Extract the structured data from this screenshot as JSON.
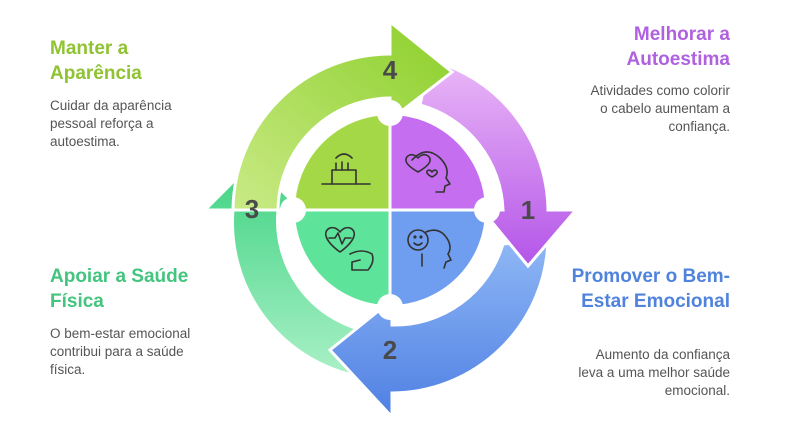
{
  "steps": [
    {
      "number": "1",
      "title": "Melhorar a Autoestima",
      "description": "Atividades como colorir o cabelo aumentam a confiança.",
      "color": "#c56ff0",
      "icon": "heart-head-icon"
    },
    {
      "number": "2",
      "title": "Promover o Bem-Estar Emocional",
      "description": "Aumento da confiança leva a uma melhor saúde emocional.",
      "color": "#6f9ef0",
      "icon": "smiling-face-head-icon"
    },
    {
      "number": "3",
      "title": "Apoiar a Saúde Física",
      "description": "O bem-estar emocional contribui para a saúde física.",
      "color": "#5ee39b",
      "icon": "heartbeat-arm-icon"
    },
    {
      "number": "4",
      "title": "Manter a Aparência",
      "description": "Cuidar da aparência pessoal reforça a autoestima.",
      "color": "#a5d846",
      "icon": "toothbrush-icon"
    }
  ]
}
